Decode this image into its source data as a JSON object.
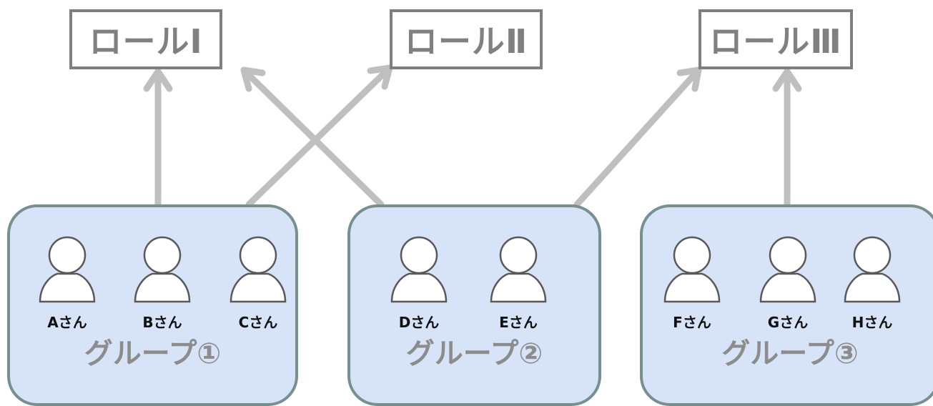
{
  "roles": [
    {
      "id": "role-1",
      "label": "ロールⅠ"
    },
    {
      "id": "role-2",
      "label": "ロールⅡ"
    },
    {
      "id": "role-3",
      "label": "ロールⅢ"
    }
  ],
  "groups": [
    {
      "id": "group-1",
      "title": "グループ①",
      "members": [
        "Aさん",
        "Bさん",
        "Cさん"
      ]
    },
    {
      "id": "group-2",
      "title": "グループ②",
      "members": [
        "Dさん",
        "Eさん"
      ]
    },
    {
      "id": "group-3",
      "title": "グループ③",
      "members": [
        "Fさん",
        "Gさん",
        "Hさん"
      ]
    }
  ],
  "connections": [
    {
      "from": "group-1",
      "to": "role-1"
    },
    {
      "from": "group-1",
      "to": "role-2"
    },
    {
      "from": "group-2",
      "to": "role-1"
    },
    {
      "from": "group-2",
      "to": "role-3"
    },
    {
      "from": "group-3",
      "to": "role-3"
    }
  ],
  "colors": {
    "arrow": "#bfbfbf",
    "role_border": "#7f7f7f",
    "role_text": "#808080",
    "group_fill": "#d7e3f7",
    "group_border": "#75908f",
    "group_title": "#8c8c8c",
    "person_outline": "#595959",
    "person_fill": "#ffffff"
  },
  "icons": {
    "person": "person-outline-icon"
  }
}
